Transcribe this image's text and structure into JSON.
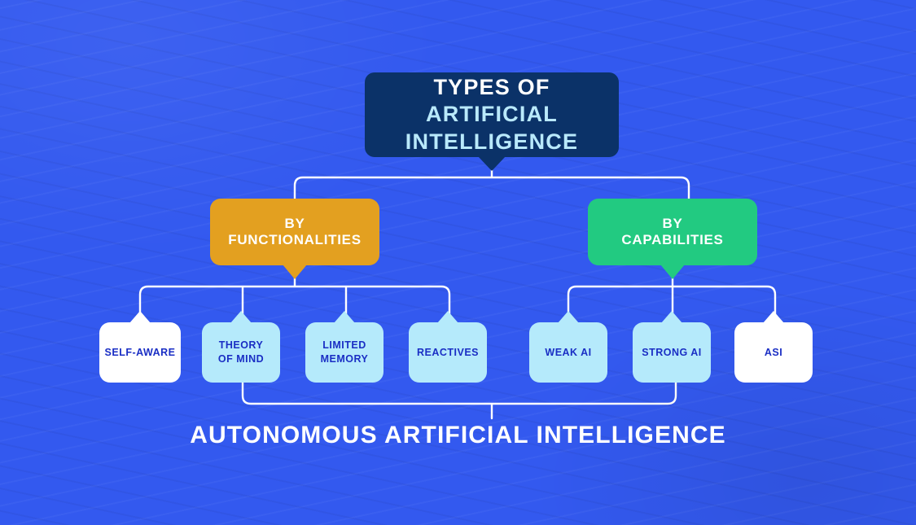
{
  "theme": {
    "background": "#3359ef",
    "navy": "#0b3268",
    "orange": "#e3a020",
    "green": "#22ca81",
    "cyan_card": "#b5eafb",
    "white_card": "#ffffff",
    "leaf_text": "#1a2ec4",
    "title_accent": "#b9e9fb",
    "connector": "#ffffff"
  },
  "title": {
    "line1": "TYPES OF",
    "line2": "ARTIFICIAL",
    "line3": "INTELLIGENCE"
  },
  "branches": [
    {
      "id": "functionalities",
      "line1": "BY",
      "line2": "FUNCTIONALITIES",
      "color": "#e3a020"
    },
    {
      "id": "capabilities",
      "line1": "BY",
      "line2": "CAPABILITIES",
      "color": "#22ca81"
    }
  ],
  "leaves": [
    {
      "id": "self-aware",
      "line1": "SELF-AWARE",
      "line2": "",
      "style": "white",
      "parent": "functionalities"
    },
    {
      "id": "theory",
      "line1": "THEORY",
      "line2": "OF MIND",
      "style": "cyan",
      "parent": "functionalities"
    },
    {
      "id": "limited",
      "line1": "LIMITED",
      "line2": "MEMORY",
      "style": "cyan",
      "parent": "functionalities"
    },
    {
      "id": "reactives",
      "line1": "REACTIVES",
      "line2": "",
      "style": "cyan",
      "parent": "functionalities"
    },
    {
      "id": "weak",
      "line1": "WEAK AI",
      "line2": "",
      "style": "cyan",
      "parent": "capabilities"
    },
    {
      "id": "strong",
      "line1": "STRONG AI",
      "line2": "",
      "style": "cyan",
      "parent": "capabilities"
    },
    {
      "id": "asi",
      "line1": "ASI",
      "line2": "",
      "style": "white",
      "parent": "capabilities"
    }
  ],
  "footer": {
    "label": "AUTONOMOUS ARTIFICIAL INTELLIGENCE"
  }
}
